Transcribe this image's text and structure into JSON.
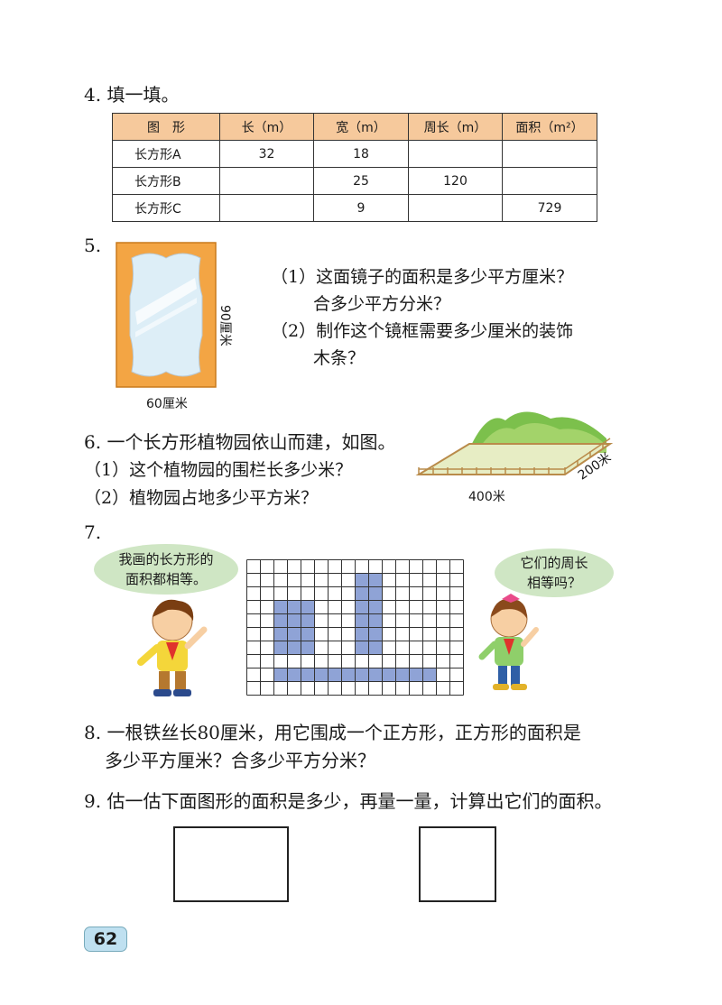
{
  "q4": {
    "title": "4. 填一填。",
    "headers": [
      "图　形",
      "长（m）",
      "宽（m）",
      "周长（m）",
      "面积（m²）"
    ],
    "rows": [
      [
        "长方形A",
        "32",
        "18",
        "",
        ""
      ],
      [
        "长方形B",
        "",
        "25",
        "120",
        ""
      ],
      [
        "长方形C",
        "",
        "9",
        "",
        "729"
      ]
    ]
  },
  "q5": {
    "number": "5.",
    "height_label": "90厘米",
    "width_label": "60厘米",
    "line1": "（1）这面镜子的面积是多少平方厘米？",
    "line2": "合多少平方分米？",
    "line3": "（2）制作这个镜框需要多少厘米的装饰",
    "line4": "木条？"
  },
  "q6": {
    "line1": "6. 一个长方形植物园依山而建，如图。",
    "line2": "（1）这个植物园的围栏长多少米？",
    "line3": "（2）植物园占地多少平方米？",
    "length_label": "400米",
    "width_label": "200米"
  },
  "q7": {
    "number": "7.",
    "boy_line1": "我画的长方形的",
    "boy_line2": "面积都相等。",
    "girl_line1": "它们的周长",
    "girl_line2": "相等吗？"
  },
  "q8": {
    "line1": "8. 一根铁丝长80厘米，用它围成一个正方形，正方形的面积是",
    "line2": "多少平方厘米？合多少平方分米？"
  },
  "q9": {
    "line1": "9. 估一估下面图形的面积是多少，再量一量，计算出它们的面积。"
  },
  "page_number": "62",
  "colors": {
    "table_header": "#f6c99c",
    "frame": "#f3a544",
    "grid_fill": "#8fa3d6",
    "bubble": "#cfe6c4",
    "page_badge": "#bfe0f0"
  }
}
